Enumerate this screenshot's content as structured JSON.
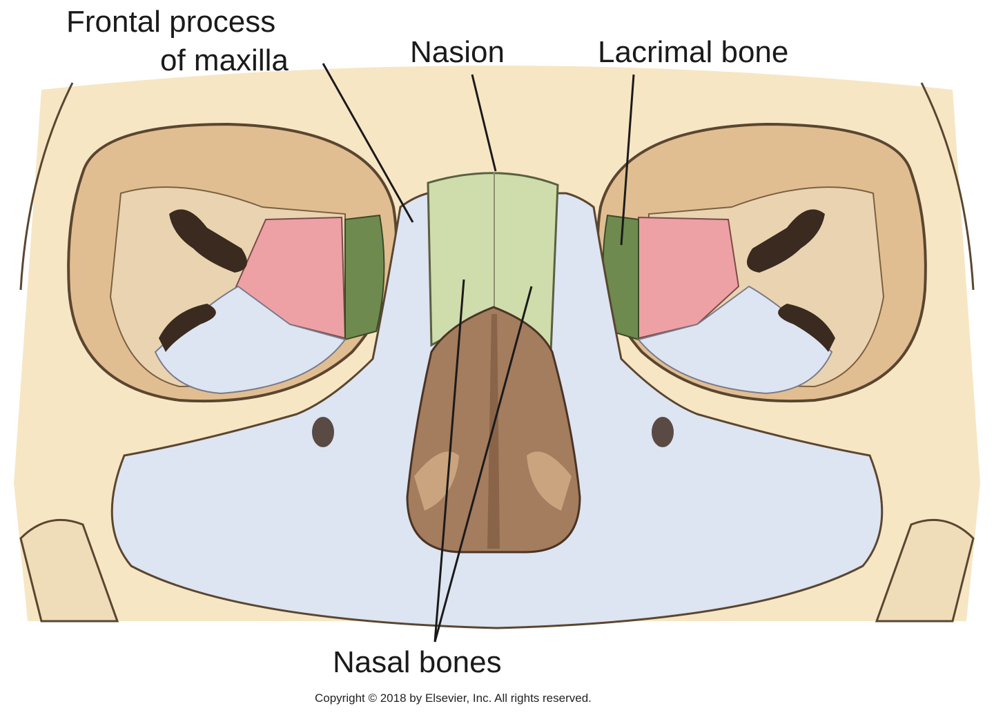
{
  "labels": {
    "frontal_process_line1": "Frontal process",
    "frontal_process_line2": "of maxilla",
    "nasion": "Nasion",
    "lacrimal_bone": "Lacrimal bone",
    "nasal_bones": "Nasal bones"
  },
  "copyright": "Copyright © 2018 by Elsevier, Inc. All rights reserved.",
  "colors": {
    "skull_bone": "#f7e6c4",
    "orbit_shadow": "#d9b688",
    "maxilla_blue": "#dde4f2",
    "nasal_bone_green": "#cfdcab",
    "lacrimal_green": "#6e8a4e",
    "ethmoid_pink": "#eda1a4",
    "nasal_cavity_brown": "#a47c5e",
    "outline": "#5a4630"
  }
}
